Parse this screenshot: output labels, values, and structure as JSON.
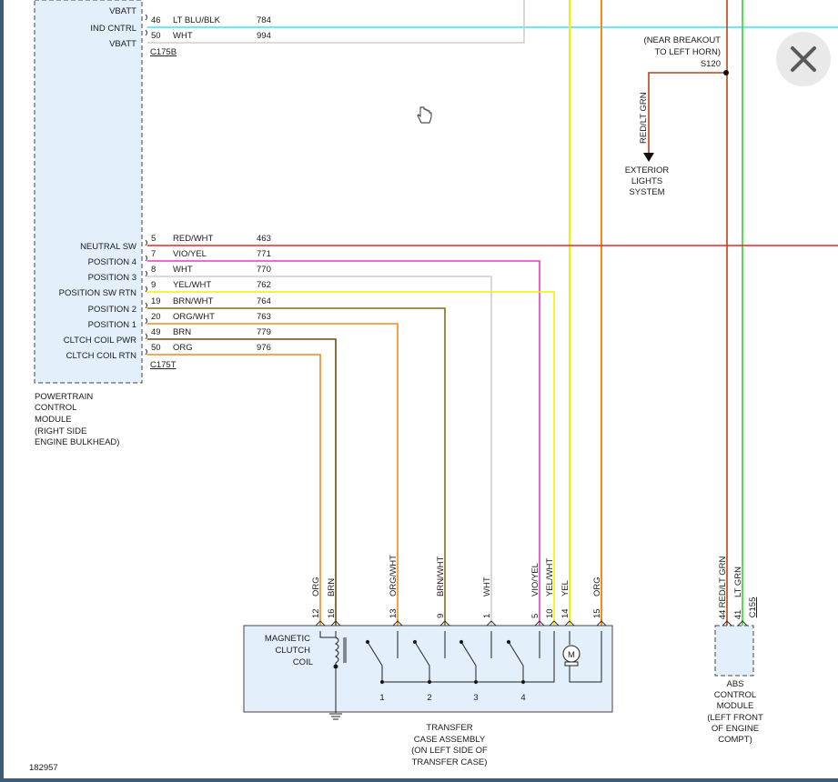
{
  "pcm": {
    "pins_top": [
      {
        "name": "VBATT",
        "pin": "",
        "color": "",
        "circuit": ""
      },
      {
        "name": "IND CNTRL",
        "pin": "46",
        "color": "LT BLU/BLK",
        "circuit": "784"
      },
      {
        "name": "VBATT",
        "pin": "50",
        "color": "WHT",
        "circuit": "994"
      }
    ],
    "connector_top": "C175B",
    "pins": [
      {
        "name": "NEUTRAL SW",
        "pin": "5",
        "color": "RED/WHT",
        "circuit": "463"
      },
      {
        "name": "POSITION 4",
        "pin": "7",
        "color": "VIO/YEL",
        "circuit": "771"
      },
      {
        "name": "POSITION 3",
        "pin": "8",
        "color": "WHT",
        "circuit": "770"
      },
      {
        "name": "POSITION SW RTN",
        "pin": "9",
        "color": "YEL/WHT",
        "circuit": "762"
      },
      {
        "name": "POSITION 2",
        "pin": "19",
        "color": "BRN/WHT",
        "circuit": "764"
      },
      {
        "name": "POSITION 1",
        "pin": "20",
        "color": "ORG/WHT",
        "circuit": "763"
      },
      {
        "name": "CLTCH COIL PWR",
        "pin": "49",
        "color": "BRN",
        "circuit": "779"
      },
      {
        "name": "CLTCH COIL RTN",
        "pin": "50",
        "color": "ORG",
        "circuit": "976"
      }
    ],
    "connector_bottom": "C175T",
    "caption": [
      "POWERTRAIN",
      "CONTROL",
      "MODULE",
      "(RIGHT SIDE",
      "ENGINE BULKHEAD)"
    ]
  },
  "splice": {
    "note": [
      "(NEAR BREAKOUT",
      "TO LEFT HORN)"
    ],
    "id": "S120",
    "wire_label": "RED/LT GRN",
    "destination": [
      "EXTERIOR",
      "LIGHTS",
      "SYSTEM"
    ]
  },
  "transfer_case": {
    "wire_labels": [
      "ORG",
      "BRN",
      "ORG/WHT",
      "BRN/WHT",
      "WHT",
      "VIO/YEL",
      "YEL/WHT",
      "YEL",
      "ORG"
    ],
    "pins": [
      "12",
      "16",
      "13",
      "9",
      "1",
      "5",
      "10",
      "14",
      "15"
    ],
    "coil_label": [
      "MAGNETIC",
      "CLUTCH",
      "COIL"
    ],
    "switch_numbers": [
      "1",
      "2",
      "3",
      "4"
    ],
    "motor_symbol": "M",
    "caption": [
      "TRANSFER",
      "CASE ASSEMBLY",
      "(ON LEFT SIDE OF",
      "TRANSFER CASE)"
    ]
  },
  "abs": {
    "wire_labels": [
      "RED/LT GRN",
      "LT GRN"
    ],
    "pins": [
      "44",
      "41"
    ],
    "connector": "C155",
    "caption": [
      "ABS",
      "CONTROL",
      "MODULE",
      "(LEFT FRONT",
      "OF ENGINE",
      "COMPT)"
    ]
  },
  "figure_id": "182957",
  "close_button": {
    "icon": "close-icon"
  },
  "wire_colors": {
    "red": "#e8262b",
    "orange": "#f08a1c",
    "brown": "#6e4a10",
    "olive": "#8a6a1c",
    "white": "#cfcfcf",
    "violet": "#e23cc4",
    "yellow": "#f4f000",
    "lightblue": "#3ee0ee",
    "green": "#22dd22",
    "redbrown": "#b5441a"
  }
}
